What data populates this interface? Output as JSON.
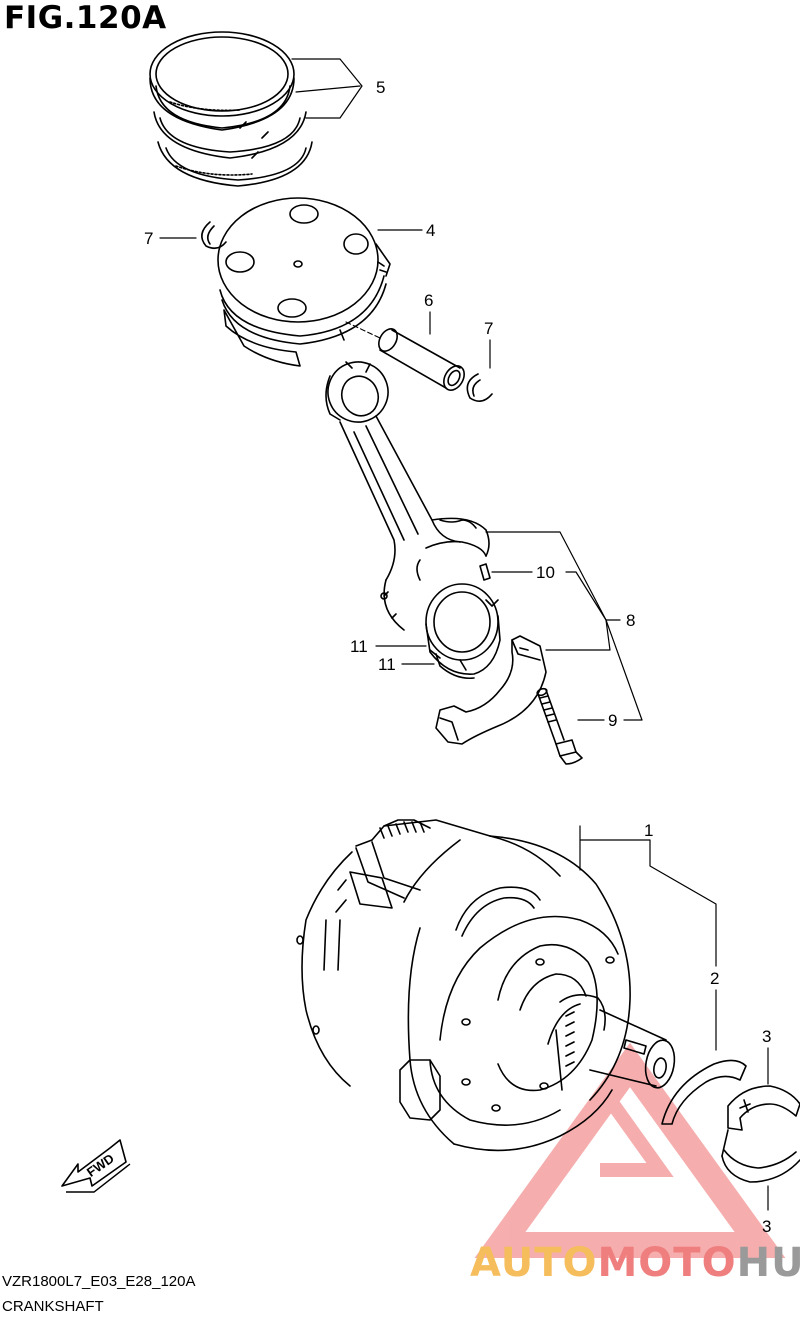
{
  "figure": {
    "title": "FIG.120A",
    "code": "VZR1800L7_E03_E28_120A",
    "name": "CRANKSHAFT"
  },
  "callouts": [
    {
      "id": "callout-5",
      "text": "5"
    },
    {
      "id": "callout-4",
      "text": "4"
    },
    {
      "id": "callout-7a",
      "text": "7"
    },
    {
      "id": "callout-6",
      "text": "6"
    },
    {
      "id": "callout-7b",
      "text": "7"
    },
    {
      "id": "callout-10",
      "text": "10"
    },
    {
      "id": "callout-8",
      "text": "8"
    },
    {
      "id": "callout-11a",
      "text": "11"
    },
    {
      "id": "callout-11b",
      "text": "11"
    },
    {
      "id": "callout-9",
      "text": "9"
    },
    {
      "id": "callout-1",
      "text": "1"
    },
    {
      "id": "callout-2",
      "text": "2"
    },
    {
      "id": "callout-3a",
      "text": "3"
    },
    {
      "id": "callout-3b",
      "text": "3"
    }
  ],
  "fwd_badge": {
    "text": "FWD"
  },
  "watermark": {
    "part1": "AUTO",
    "part2": "MOTO",
    "part3": "HUB"
  },
  "colors": {
    "line": "#000000",
    "watermark_red": "#ef6b6b",
    "watermark_orange": "#f6bd5c",
    "watermark_gray": "#9a9a9a"
  }
}
